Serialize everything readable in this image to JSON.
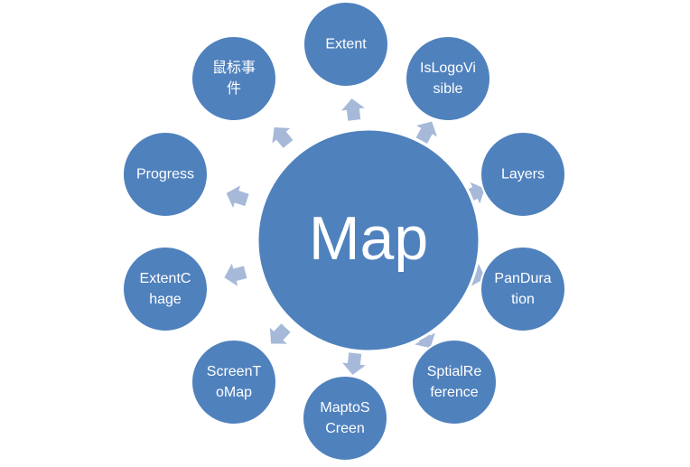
{
  "diagram": {
    "center": {
      "label": "Map"
    },
    "nodes": [
      {
        "id": "extent",
        "lines": [
          "Extent"
        ]
      },
      {
        "id": "islogovisible",
        "lines": [
          "IsLogoVi",
          "sible"
        ]
      },
      {
        "id": "layers",
        "lines": [
          "Layers"
        ]
      },
      {
        "id": "panduration",
        "lines": [
          "PanDura",
          "tion"
        ]
      },
      {
        "id": "sptialreference",
        "lines": [
          "SptialRe",
          "ference"
        ]
      },
      {
        "id": "maptoscreen",
        "lines": [
          "MaptoS",
          "Creen"
        ]
      },
      {
        "id": "screentomap",
        "lines": [
          "ScreenT",
          "oMap"
        ]
      },
      {
        "id": "extentchage",
        "lines": [
          "ExtentC",
          "hage"
        ]
      },
      {
        "id": "progress",
        "lines": [
          "Progress"
        ]
      },
      {
        "id": "mouseevents",
        "lines": [
          "鼠标事",
          "件"
        ]
      }
    ],
    "colors": {
      "circle_fill": "#4f81bd",
      "circle_stroke": "#ffffff",
      "arrow_fill": "#a6b9d9",
      "text": "#ffffff"
    }
  }
}
